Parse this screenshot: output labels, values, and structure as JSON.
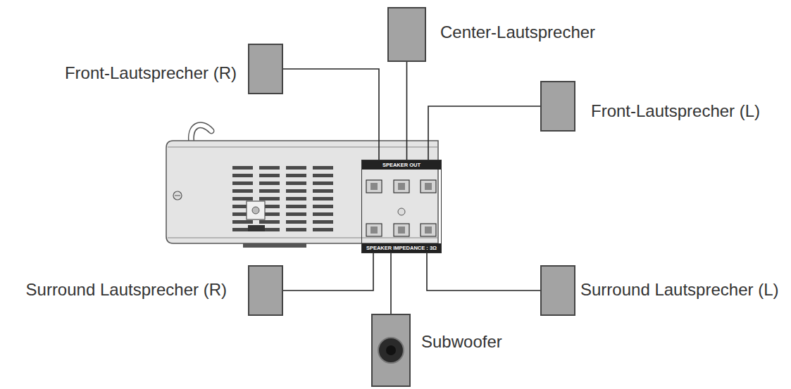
{
  "diagram": {
    "nodes": [
      {
        "text": [
          "Center-Lautsprecher"
        ]
      },
      {
        "text": [
          "Front-Lautsprecher (R)"
        ]
      },
      {
        "text": [
          "Front-Lautsprecher (L)"
        ]
      },
      {
        "text": [
          "SPEAKER OUT",
          "SPEAKER IMPEDANCE : 3Ω"
        ]
      },
      {
        "text": [
          "Surround Lautsprecher (R)"
        ]
      },
      {
        "text": [
          "Surround Lautsprecher (L)"
        ]
      },
      {
        "text": [
          "Subwoofer"
        ]
      }
    ],
    "edges": [
      {
        "from": 0,
        "to": 3,
        "arrow": "none"
      },
      {
        "from": 1,
        "to": 3,
        "arrow": "none"
      },
      {
        "from": 2,
        "to": 3,
        "arrow": "none"
      },
      {
        "from": 4,
        "to": 3,
        "arrow": "none"
      },
      {
        "from": 6,
        "to": 3,
        "arrow": "none"
      },
      {
        "from": 5,
        "to": 3,
        "arrow": "none"
      }
    ]
  }
}
